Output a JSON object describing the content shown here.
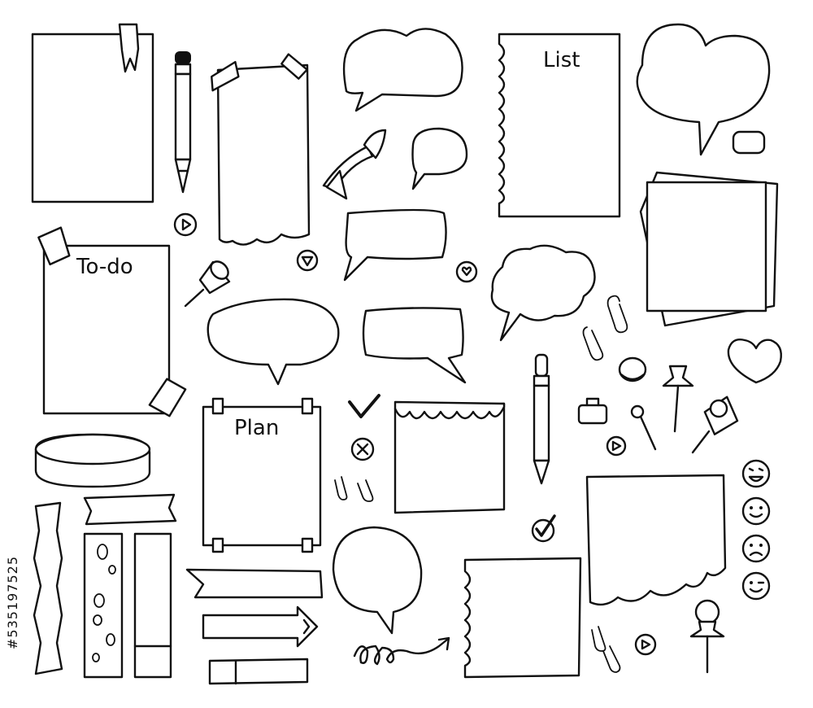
{
  "labels": {
    "todo": "To-do",
    "list": "List",
    "plan": "Plan"
  },
  "stock_id": "#535197525",
  "colors": {
    "stroke": "#111111",
    "background": "#ffffff"
  },
  "emoji_faces": [
    "laughing",
    "smiling",
    "sad",
    "winking"
  ]
}
